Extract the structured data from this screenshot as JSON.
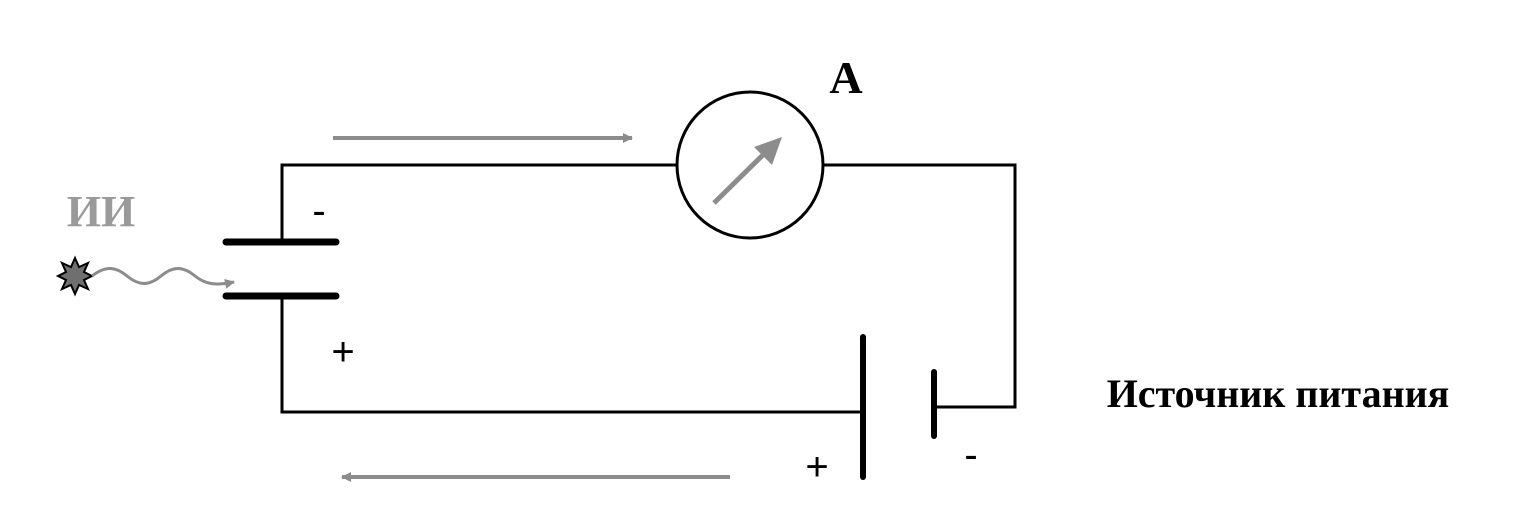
{
  "labels": {
    "ammeter": "А",
    "radiation_source": "ИИ",
    "power_source": "Источник питания"
  },
  "polarity": {
    "detector_top": "-",
    "detector_bottom": "+",
    "battery_left": "+",
    "battery_right": "-"
  },
  "colors": {
    "wire": "#000000",
    "arrow": "#8c8c8c",
    "radiation_label": "#9a9a9a",
    "background": "#ffffff"
  },
  "icons": {
    "ammeter": "ammeter-icon",
    "radiation": "radiation-star-icon",
    "battery": "battery-icon",
    "detector": "ionization-chamber-icon"
  }
}
